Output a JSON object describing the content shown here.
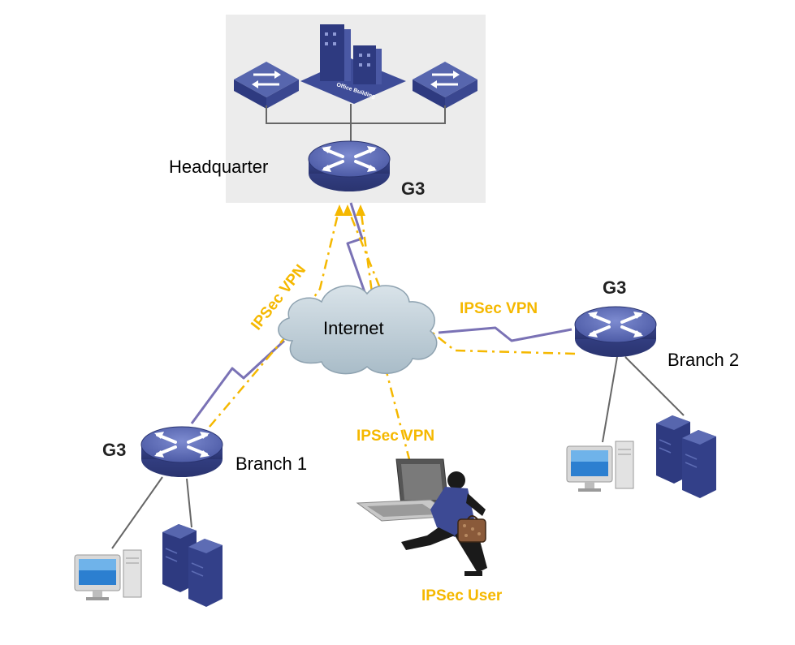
{
  "diagram": {
    "headquarter": {
      "label": "Headquarter",
      "router_label": "G3",
      "building_text": "Office Building"
    },
    "internet": {
      "label": "Internet"
    },
    "branch1": {
      "label": "Branch 1",
      "router_label": "G3"
    },
    "branch2": {
      "label": "Branch 2",
      "router_label": "G3"
    },
    "vpn_labels": [
      "IPSec VPN",
      "IPSec VPN",
      "IPSec VPN"
    ],
    "user_label": "IPSec User"
  },
  "colors": {
    "vpn_line": "#f5b800",
    "wan_link": "#7a72b5",
    "device_blue": "#3d4a94",
    "router_top": "#5a69b3",
    "cloud_fill": "#c5d2da",
    "hq_panel": "#ececec"
  },
  "icons": [
    "switch-icon",
    "office-building-icon",
    "router-icon",
    "cloud-icon",
    "lightning-link-icon",
    "monitor-icon",
    "server-icon",
    "laptop-icon",
    "running-user-icon"
  ]
}
